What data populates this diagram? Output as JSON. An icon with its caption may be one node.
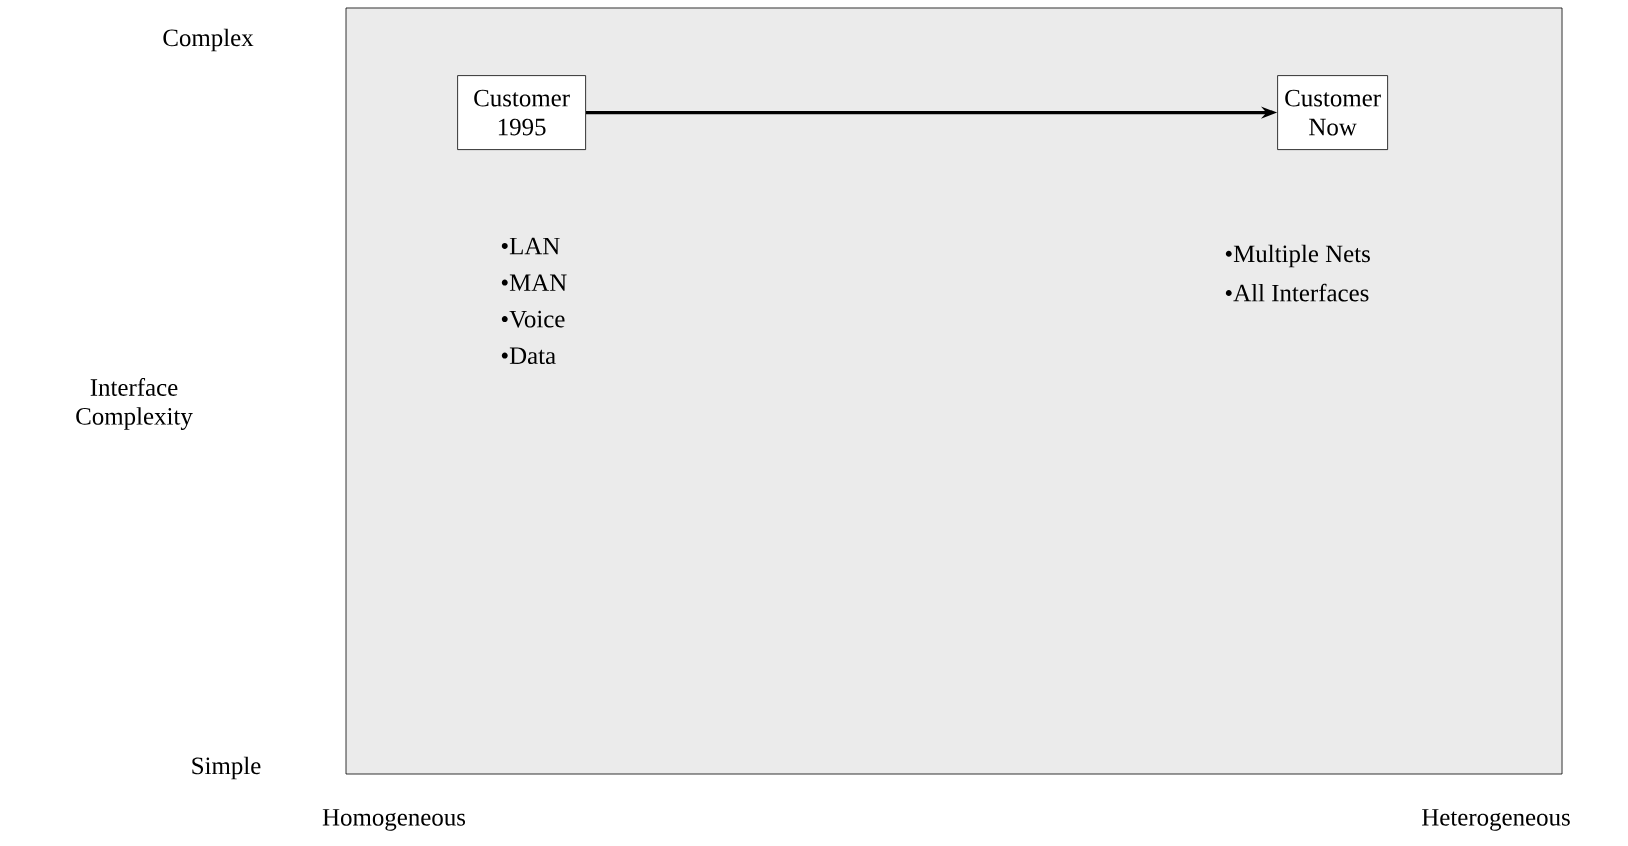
{
  "diagram": {
    "nodes": [
      {
        "text": [],
        "shape": "box"
      },
      {
        "text": [
          "Customer 1995"
        ],
        "in": 0,
        "beside": [
          "•LAN",
          "•MAN",
          "•Voice",
          "•Data"
        ]
      },
      {
        "text": [
          "Customer Now"
        ],
        "in": 0,
        "beside": [
          "•Multiple Nets",
          "•All Interfaces"
        ]
      }
    ],
    "edges": [
      {
        "from": 1,
        "to": 2,
        "arrow": "to"
      }
    ],
    "labels": [
      "Complex",
      "Interface Complexity",
      "Simple",
      "Homogeneous",
      "Heterogeneous"
    ]
  }
}
